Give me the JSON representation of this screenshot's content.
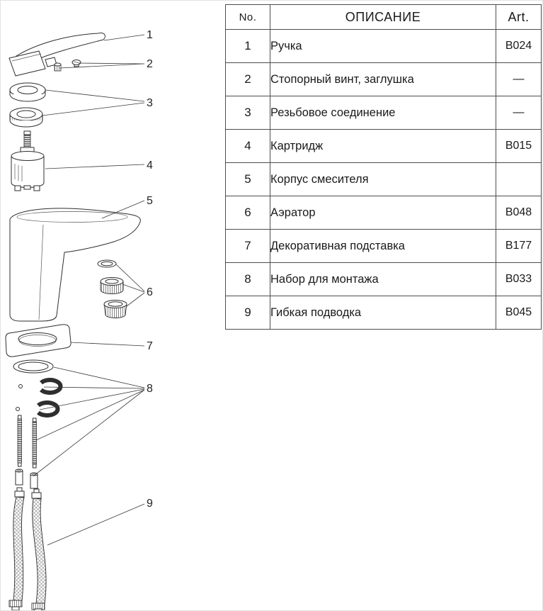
{
  "table": {
    "headers": {
      "no": "No.",
      "description": "ОПИСАНИЕ",
      "art": "Art."
    },
    "rows": [
      {
        "no": "1",
        "description": "Ручка",
        "art": "B024"
      },
      {
        "no": "2",
        "description": "Стопорный винт, заглушка",
        "art": "—"
      },
      {
        "no": "3",
        "description": "Резьбовое соединение",
        "art": "—"
      },
      {
        "no": "4",
        "description": "Картридж",
        "art": "B015"
      },
      {
        "no": "5",
        "description": "Корпус смесителя",
        "art": ""
      },
      {
        "no": "6",
        "description": "Аэратор",
        "art": "B048"
      },
      {
        "no": "7",
        "description": "Декоративная подставка",
        "art": "B177"
      },
      {
        "no": "8",
        "description": "Набор для монтажа",
        "art": "B033"
      },
      {
        "no": "9",
        "description": "Гибкая подводка",
        "art": "B045"
      }
    ]
  },
  "diagram": {
    "labels": [
      "1",
      "2",
      "3",
      "4",
      "5",
      "6",
      "7",
      "8",
      "9"
    ]
  }
}
